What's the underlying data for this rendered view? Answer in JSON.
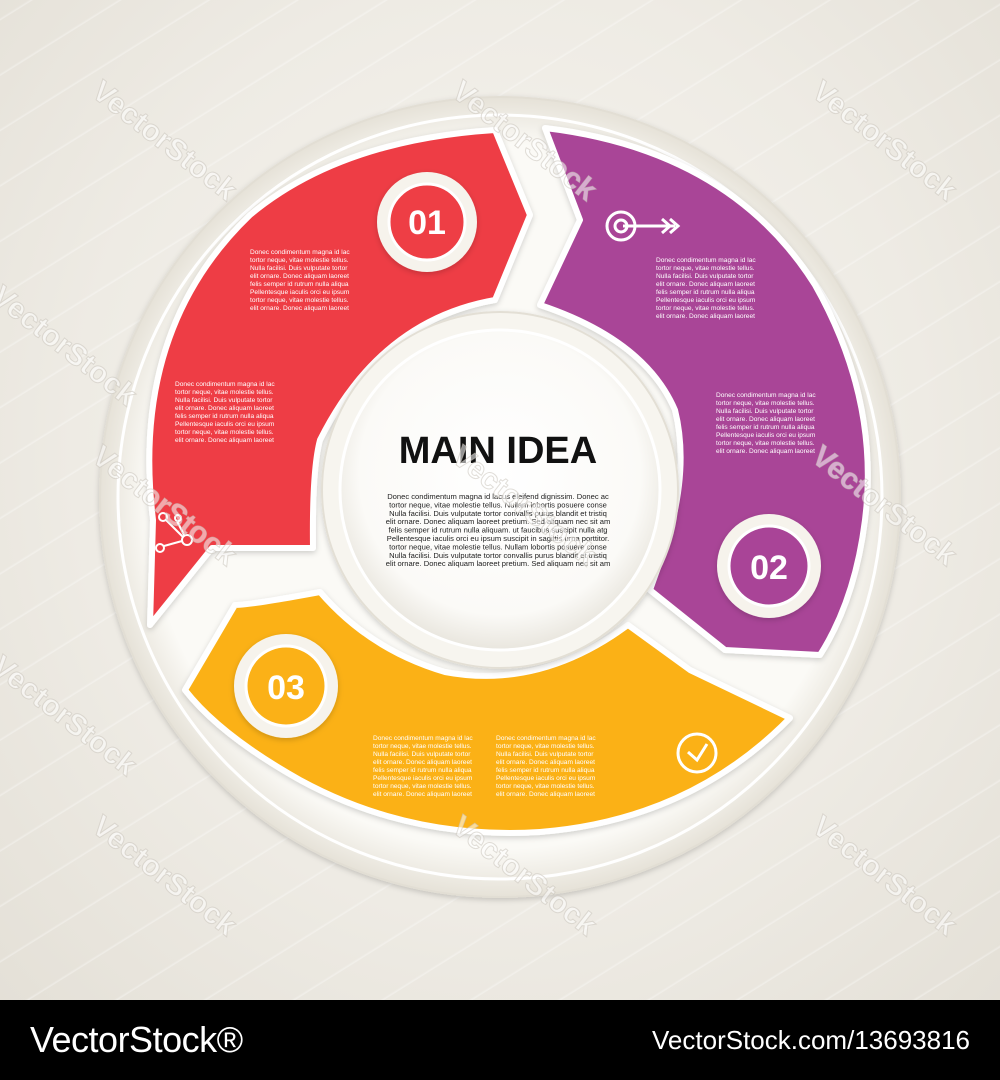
{
  "colors": {
    "segment_1": "#ee3e45",
    "segment_2": "#a94497",
    "segment_3": "#fbb117",
    "ring": "#f6f4ee",
    "footer_bg": "#000000"
  },
  "watermark": "VectorStock",
  "center": {
    "title": "MAIN IDEA",
    "body_lines": [
      "Donec condimentum magna id lacus eleifend dignissim. Donec ac",
      "tortor neque, vitae molestie tellus. Nullam lobortis posuere  conse",
      "Nulla facilisi. Duis vulputate tortor convallis purus blandit et tristiq",
      "elit ornare. Donec aliquam laoreet pretium. Sed aliquam nec sit am",
      "felis semper id rutrum nulla aliquam. ut faucibus suscipit nulla atg",
      "Pellentesque iaculis orci eu ipsum suscipit in sagittis urna porttitor.",
      "tortor neque, vitae molestie tellus. Nullam lobortis posuere  conse",
      "Nulla facilisi. Duis vulputate tortor convallis purus blandit et tristiq",
      "elit ornare. Donec aliquam laoreet pretium. Sed aliquam nec sit am"
    ]
  },
  "steps": [
    {
      "number": "01",
      "icon": "network-nodes-icon",
      "text_blocks": [
        [
          "Donec condimentum magna id lac",
          "tortor neque, vitae molestie tellus.",
          "Nulla facilisi. Duis vulputate tortor",
          "elit ornare. Donec aliquam laoreet",
          "felis semper id rutrum nulla aliqua",
          "Pellentesque iaculis orci eu ipsum",
          "tortor neque, vitae molestie tellus.",
          "elit ornare. Donec aliquam laoreet"
        ],
        [
          "Donec condimentum magna id lac",
          "tortor neque, vitae molestie tellus.",
          "Nulla facilisi. Duis vulputate tortor",
          "elit ornare. Donec aliquam laoreet",
          "felis semper id rutrum nulla aliqua",
          "Pellentesque iaculis orci eu ipsum",
          "tortor neque, vitae molestie tellus.",
          "elit ornare. Donec aliquam laoreet"
        ]
      ]
    },
    {
      "number": "02",
      "icon": "target-arrow-icon",
      "text_blocks": [
        [
          "Donec condimentum magna id lac",
          "tortor neque, vitae molestie tellus.",
          "Nulla facilisi. Duis vulputate tortor",
          "elit ornare. Donec aliquam laoreet",
          "felis semper id rutrum nulla aliqua",
          "Pellentesque iaculis orci eu ipsum",
          "tortor neque, vitae molestie tellus.",
          "elit ornare. Donec aliquam laoreet"
        ],
        [
          "Donec condimentum magna id lac",
          "tortor neque, vitae molestie tellus.",
          "Nulla facilisi. Duis vulputate tortor",
          "elit ornare. Donec aliquam laoreet",
          "felis semper id rutrum nulla aliqua",
          "Pellentesque iaculis orci eu ipsum",
          "tortor neque, vitae molestie tellus.",
          "elit ornare. Donec aliquam laoreet"
        ]
      ]
    },
    {
      "number": "03",
      "icon": "clock-icon",
      "text_blocks": [
        [
          "Donec condimentum magna id lac",
          "tortor neque, vitae molestie tellus.",
          "Nulla facilisi. Duis vulputate tortor",
          "elit ornare. Donec aliquam laoreet",
          "felis semper id rutrum nulla aliqua",
          "Pellentesque iaculis orci eu ipsum",
          "tortor neque, vitae molestie tellus.",
          "elit ornare. Donec aliquam laoreet"
        ],
        [
          "Donec condimentum magna id lac",
          "tortor neque, vitae molestie tellus.",
          "Nulla facilisi. Duis vulputate tortor",
          "elit ornare. Donec aliquam laoreet",
          "felis semper id rutrum nulla aliqua",
          "Pellentesque iaculis orci eu ipsum",
          "tortor neque, vitae molestie tellus.",
          "elit ornare. Donec aliquam laoreet"
        ]
      ]
    }
  ],
  "footer": {
    "brand": "VectorStock®",
    "stock_id": "VectorStock.com/13693816"
  }
}
